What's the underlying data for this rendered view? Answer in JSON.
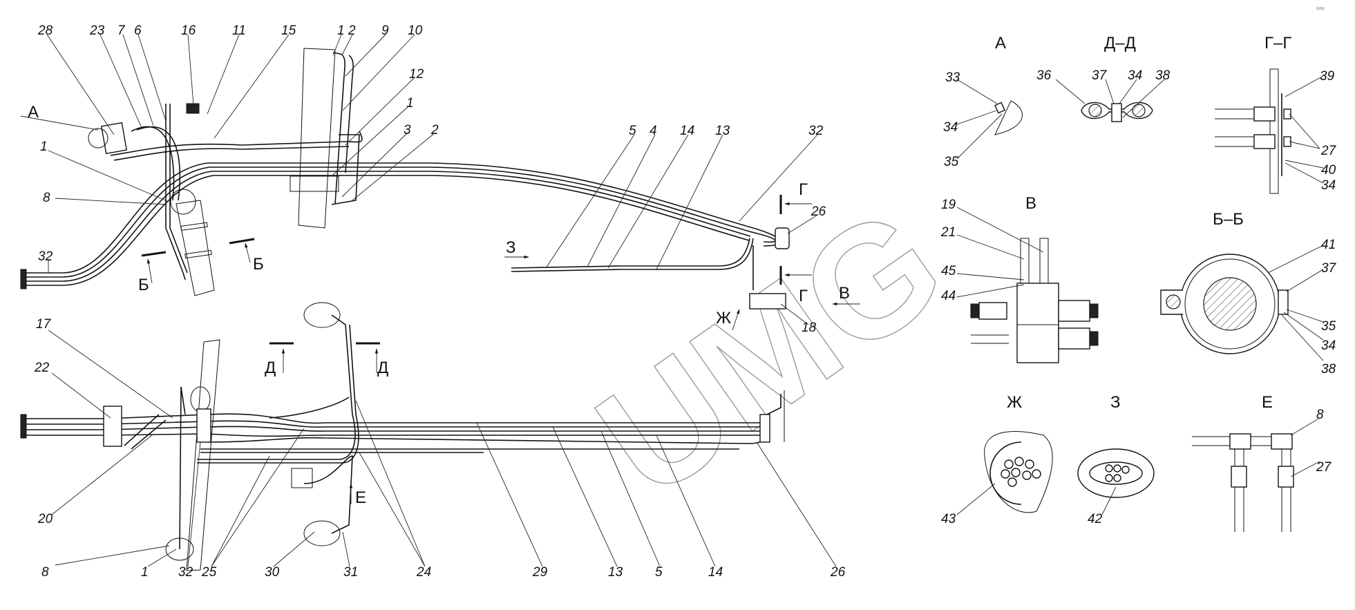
{
  "corner_mark": "ааа",
  "watermark": "UMG",
  "top_view": {
    "callouts": [
      "28",
      "23",
      "7",
      "6",
      "16",
      "11",
      "15",
      "1",
      "2",
      "9",
      "10",
      "12",
      "1",
      "3",
      "2",
      "1",
      "8",
      "32",
      "5",
      "4",
      "14",
      "13",
      "32",
      "26",
      "18"
    ],
    "section_marks": [
      "А",
      "Б",
      "Б",
      "З",
      "Г",
      "Г",
      "В",
      "Ж"
    ]
  },
  "bottom_view": {
    "callouts": [
      "17",
      "22",
      "20",
      "8",
      "1",
      "32",
      "25",
      "30",
      "31",
      "24",
      "29",
      "13",
      "5",
      "14",
      "26"
    ],
    "section_marks": [
      "Д",
      "Д",
      "Е"
    ]
  },
  "detail_views": {
    "titles": [
      "А",
      "Д–Д",
      "Г–Г",
      "В",
      "Б–Б",
      "Ж",
      "З",
      "Е"
    ],
    "view_a": [
      "33",
      "34",
      "35"
    ],
    "view_dd": [
      "36",
      "37",
      "34",
      "38"
    ],
    "view_gg": [
      "39",
      "27",
      "40",
      "34"
    ],
    "view_v": [
      "19",
      "21",
      "45",
      "44"
    ],
    "view_bb": [
      "41",
      "37",
      "35",
      "34",
      "38"
    ],
    "view_zh": [
      "43"
    ],
    "view_z": [
      "42"
    ],
    "view_e": [
      "8",
      "27"
    ]
  }
}
